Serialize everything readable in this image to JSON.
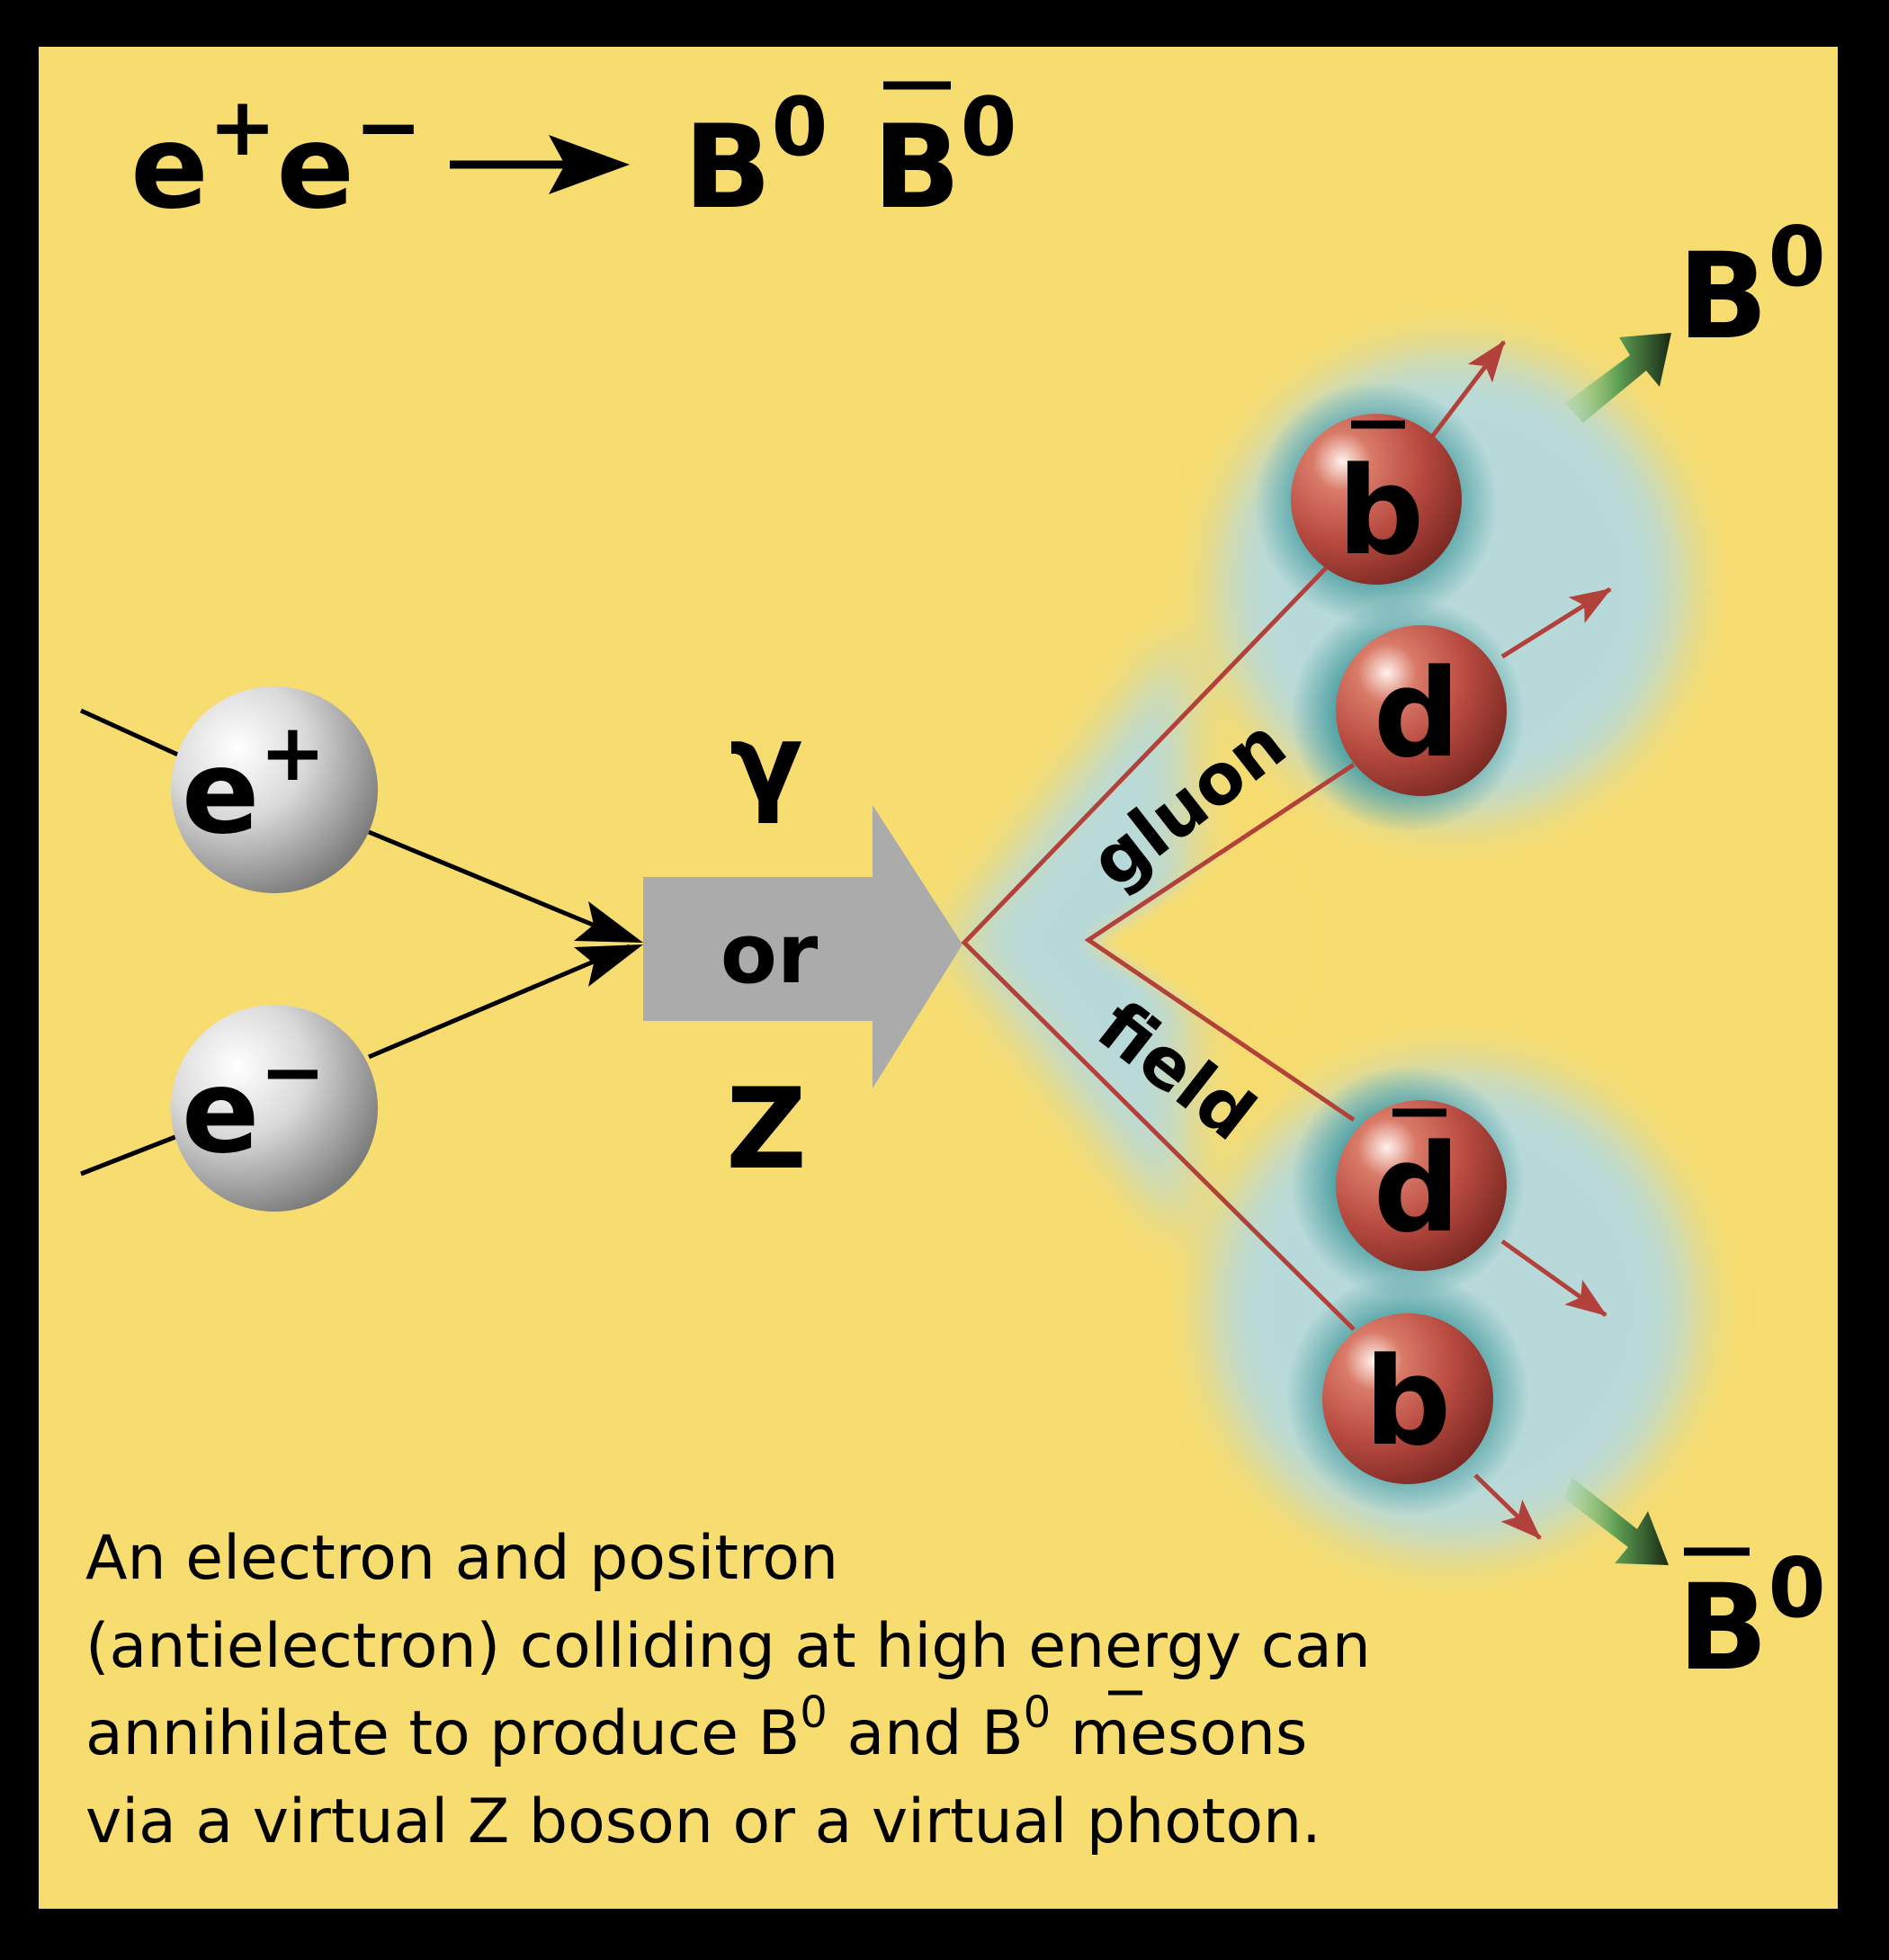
{
  "equation": {
    "lhs_base1": "e",
    "lhs_sup1": "+",
    "lhs_base2": "e",
    "lhs_sup2": "−",
    "arrow": "→",
    "rhs_base1": "B",
    "rhs_sup1": "0",
    "rhs_base2": "B",
    "rhs_sup2": "0"
  },
  "particles": {
    "positron": {
      "base": "e",
      "sup": "+"
    },
    "electron": {
      "base": "e",
      "sup": "−"
    },
    "b_bar": "b",
    "d": "d",
    "d_bar": "d",
    "b": "b"
  },
  "boson": {
    "photon": "γ",
    "or": "or",
    "z": "Z"
  },
  "field": {
    "gluon": "gluon",
    "field": "field"
  },
  "mesons": {
    "top": {
      "base": "B",
      "sup": "0"
    },
    "bottom": {
      "base": "B",
      "sup": "0"
    }
  },
  "caption": {
    "line1": "An electron and positron",
    "line2": "(antielectron) colliding at high energy can",
    "line3_a": "annihilate to produce B",
    "line3_sup1": "0",
    "line3_b": " and B",
    "line3_sup2": "0",
    "line3_c": " mesons",
    "line4": "via a virtual Z boson or a virtual photon."
  },
  "colors": {
    "background": "#F7DC6F",
    "frame": "#000000",
    "field_glow": "#B8D9D9",
    "quark": "#B84A40",
    "quark_line": "#B3413B",
    "lepton": "#C8C8C8",
    "boson_arrow": "#ABABAB",
    "meson_arrow": "#63A85A"
  }
}
